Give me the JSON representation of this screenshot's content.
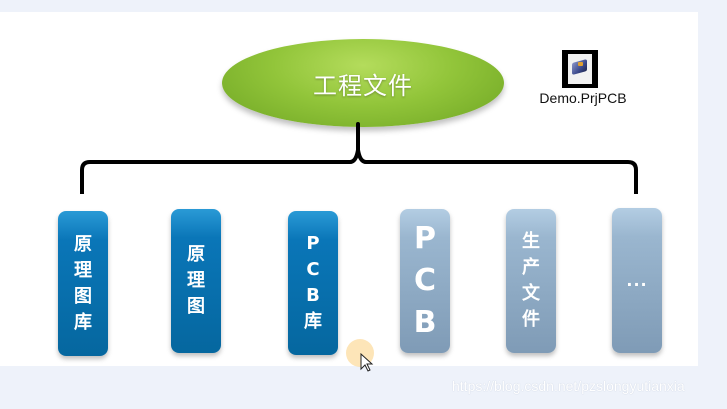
{
  "diagram": {
    "root": {
      "label": "工程文件",
      "color": "#92c53a"
    },
    "project_file": {
      "icon": "altium-project-file-icon",
      "label": "Demo.PrjPCB"
    },
    "children": [
      {
        "label": "原理图库",
        "chars": [
          "原",
          "理",
          "图",
          "库"
        ],
        "style": "blue"
      },
      {
        "label": "原理图",
        "chars": [
          "原",
          "理",
          "图"
        ],
        "style": "blue"
      },
      {
        "label": "PCB库",
        "chars": [
          "P",
          "C",
          "B",
          "库"
        ],
        "style": "blue"
      },
      {
        "label": "PCB",
        "chars": [
          "P",
          "C",
          "B"
        ],
        "style": "grey"
      },
      {
        "label": "生产文件",
        "chars": [
          "生",
          "产",
          "文",
          "件"
        ],
        "style": "grey"
      },
      {
        "label": "...",
        "chars": [
          "..."
        ],
        "style": "grey"
      }
    ],
    "colors": {
      "blue": "#0a76b8",
      "grey": "#9ab6cf"
    }
  },
  "watermark": "https://blog.csdn.net/pzslongyutianxia"
}
